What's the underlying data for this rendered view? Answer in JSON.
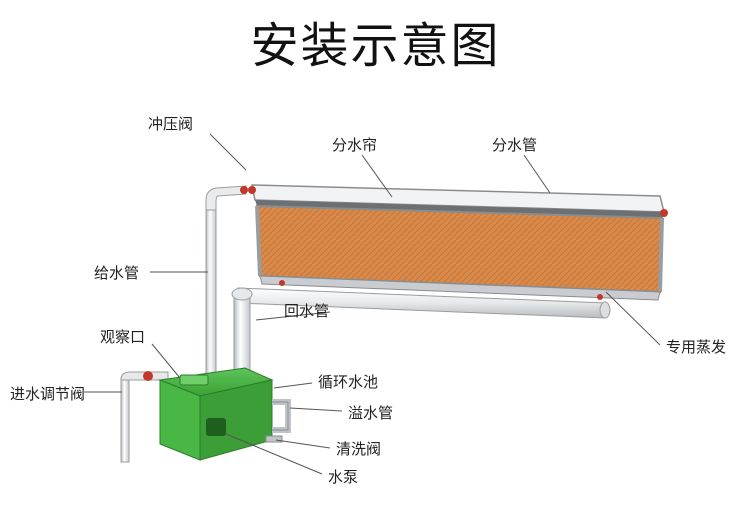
{
  "title": "安装示意图",
  "labels": {
    "pressure_valve": "冲压阀",
    "water_curtain": "分水帘",
    "water_pipe_top": "分水管",
    "supply_pipe": "给水管",
    "return_pipe": "回水管",
    "evaporative_pad": "专用蒸发",
    "inspection_port": "观察口",
    "inlet_valve": "进水调节阀",
    "circulation_tank": "循环水池",
    "overflow_pipe": "溢水管",
    "clean_valve": "清洗阀",
    "pump": "水泵"
  },
  "colors": {
    "pad": "#d98a4a",
    "pad_dark": "#b86a30",
    "tank": "#3fae3a",
    "tank_dark": "#2a7d28",
    "pipe": "#e8eaec",
    "pipe_edge": "#b9bcc0",
    "frame": "#8a8d90",
    "valve": "#c0392b"
  }
}
